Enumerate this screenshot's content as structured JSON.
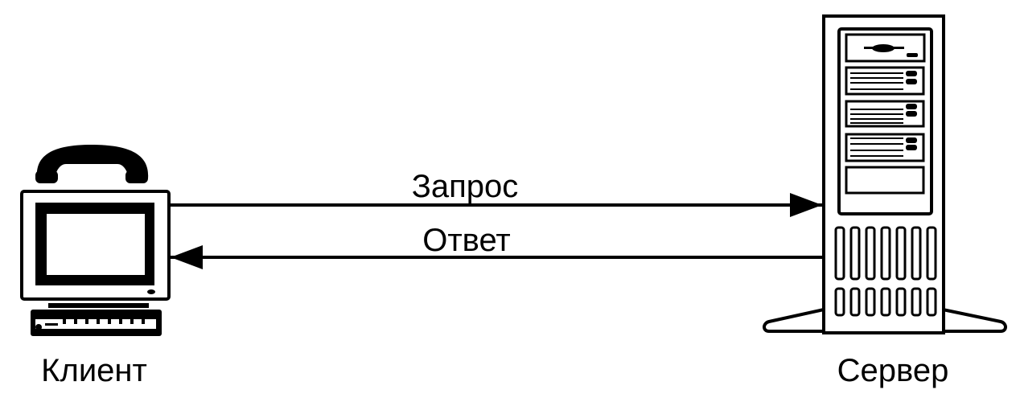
{
  "nodes": {
    "client": {
      "label": "Клиент",
      "icon": "computer-with-phone-icon"
    },
    "server": {
      "label": "Сервер",
      "icon": "server-tower-icon"
    }
  },
  "edges": {
    "request": {
      "label": "Запрос",
      "from": "client",
      "to": "server"
    },
    "response": {
      "label": "Ответ",
      "from": "server",
      "to": "client"
    }
  },
  "colors": {
    "ink": "#000000",
    "background": "#ffffff"
  }
}
